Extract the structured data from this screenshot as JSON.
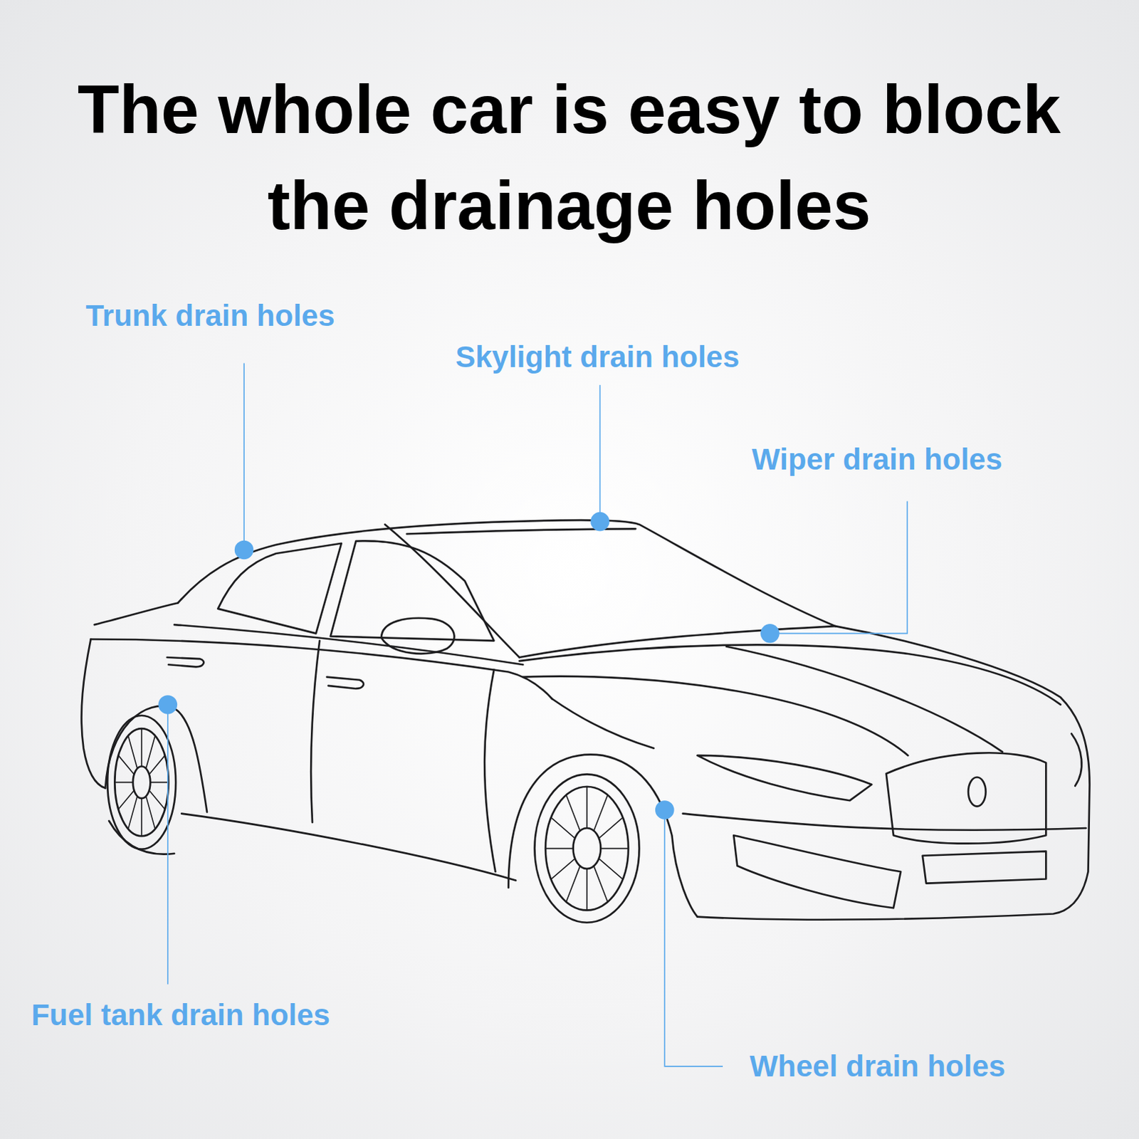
{
  "diagram": {
    "title": "The whole car is easy to block the drainage holes",
    "labels": [
      "Trunk drain holes",
      "Skylight drain holes",
      "Wiper drain holes",
      "Fuel tank drain holes",
      "Wheel drain holes"
    ]
  }
}
